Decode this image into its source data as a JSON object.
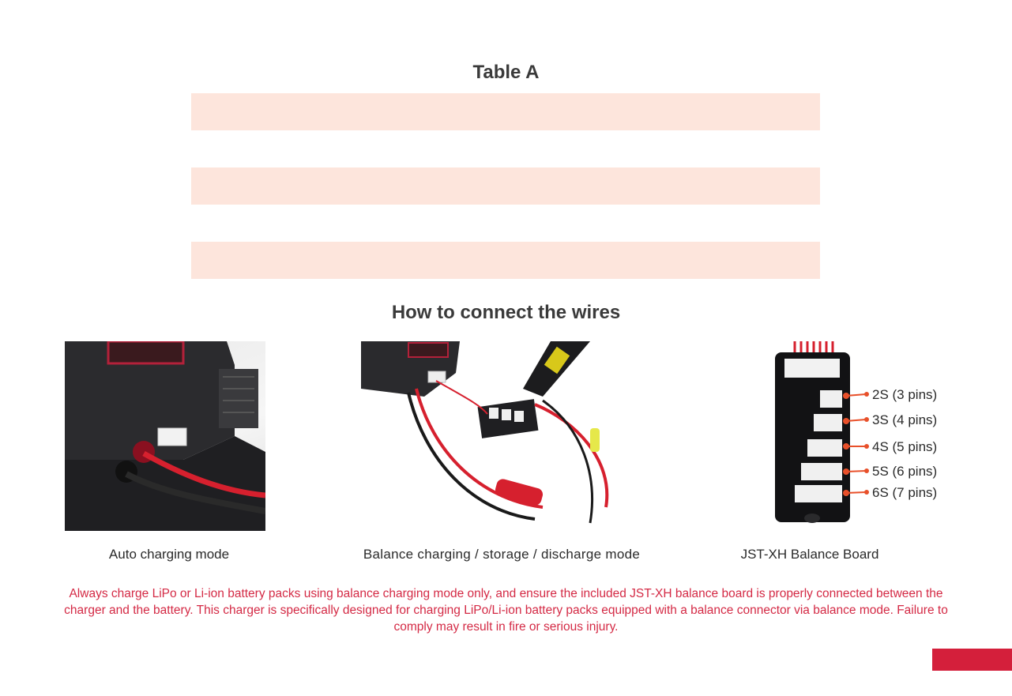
{
  "table": {
    "title": "Table A",
    "rows": [
      {
        "shaded": true
      },
      {
        "shaded": false
      },
      {
        "shaded": true
      },
      {
        "shaded": false
      },
      {
        "shaded": true
      }
    ]
  },
  "section": {
    "title": "How to connect the wires"
  },
  "figures": [
    {
      "caption": "Auto charging mode"
    },
    {
      "caption": "Balance charging / storage / discharge mode"
    },
    {
      "caption": "JST-XH Balance Board"
    }
  ],
  "balance_board": {
    "ports": [
      "2S (3 pins)",
      "3S (4 pins)",
      "4S (5 pins)",
      "5S (6 pins)",
      "6S (7 pins)"
    ]
  },
  "warning": "Always charge LiPo or Li-ion battery packs using balance charging mode only, and ensure the included JST-XH balance board is properly connected between the charger and the battery. This charger is specifically designed for charging LiPo/Li-ion battery packs equipped with a balance connector via balance mode. Failure to comply may result in fire or serious injury.",
  "colors": {
    "table_shade": "#fde5dc",
    "warning_text": "#d42a45",
    "accent_tab": "#d41f3b",
    "callout_orange": "#e8502a"
  }
}
